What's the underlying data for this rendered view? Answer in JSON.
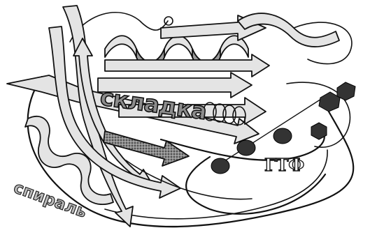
{
  "labels": {
    "sheet": "складка",
    "helix": "спираль",
    "ligand": "ГТФ"
  },
  "colors": {
    "outline": "#111111",
    "ribbon_fill": "#e4e4e4",
    "ribbon_dark": "#9a9a9a",
    "ligand": "#333333"
  }
}
